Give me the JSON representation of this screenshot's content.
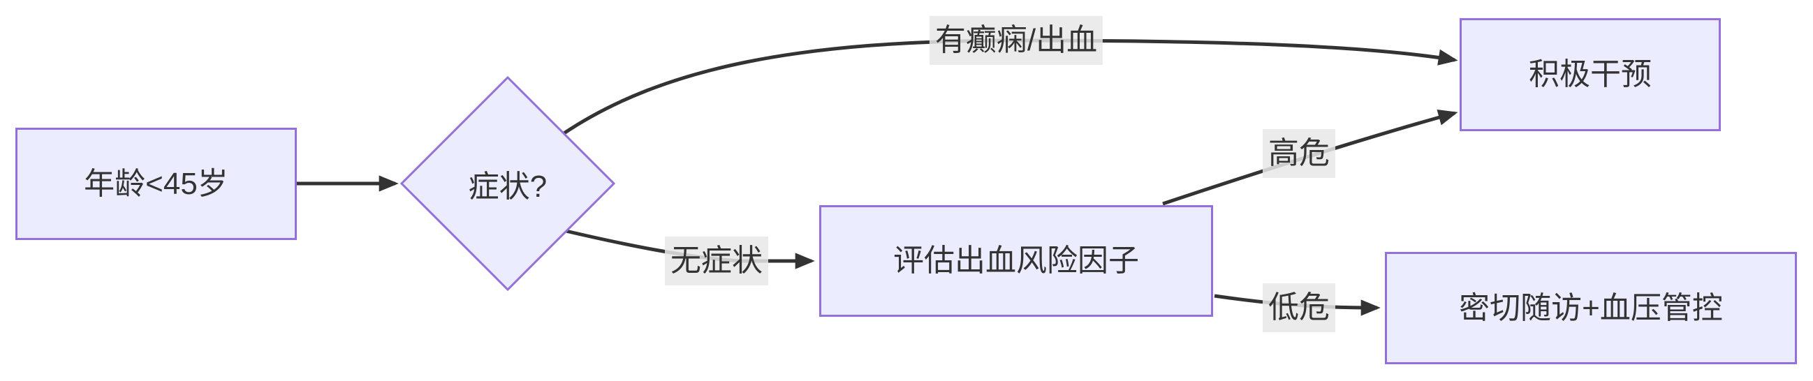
{
  "flowchart": {
    "type": "flowchart-LR",
    "nodes": [
      {
        "id": "age",
        "shape": "rect",
        "label": "年龄<45岁"
      },
      {
        "id": "symptoms",
        "shape": "diamond",
        "label": "症状?"
      },
      {
        "id": "assess",
        "shape": "rect",
        "label": "评估出血风险因子"
      },
      {
        "id": "intervene",
        "shape": "rect",
        "label": "积极干预"
      },
      {
        "id": "followup",
        "shape": "rect",
        "label": "密切随访+血压管控"
      }
    ],
    "edges": [
      {
        "from": "age",
        "to": "symptoms",
        "label": ""
      },
      {
        "from": "symptoms",
        "to": "intervene",
        "label": "有癫痫/出血"
      },
      {
        "from": "symptoms",
        "to": "assess",
        "label": "无症状"
      },
      {
        "from": "assess",
        "to": "intervene",
        "label": "高危"
      },
      {
        "from": "assess",
        "to": "followup",
        "label": "低危"
      }
    ],
    "colors": {
      "node_fill": "#ECECFF",
      "node_border": "#9370DB",
      "edge_stroke": "#333333",
      "edge_label_bg": "#e8e8e8",
      "text": "#333333",
      "background": "#ffffff"
    }
  }
}
